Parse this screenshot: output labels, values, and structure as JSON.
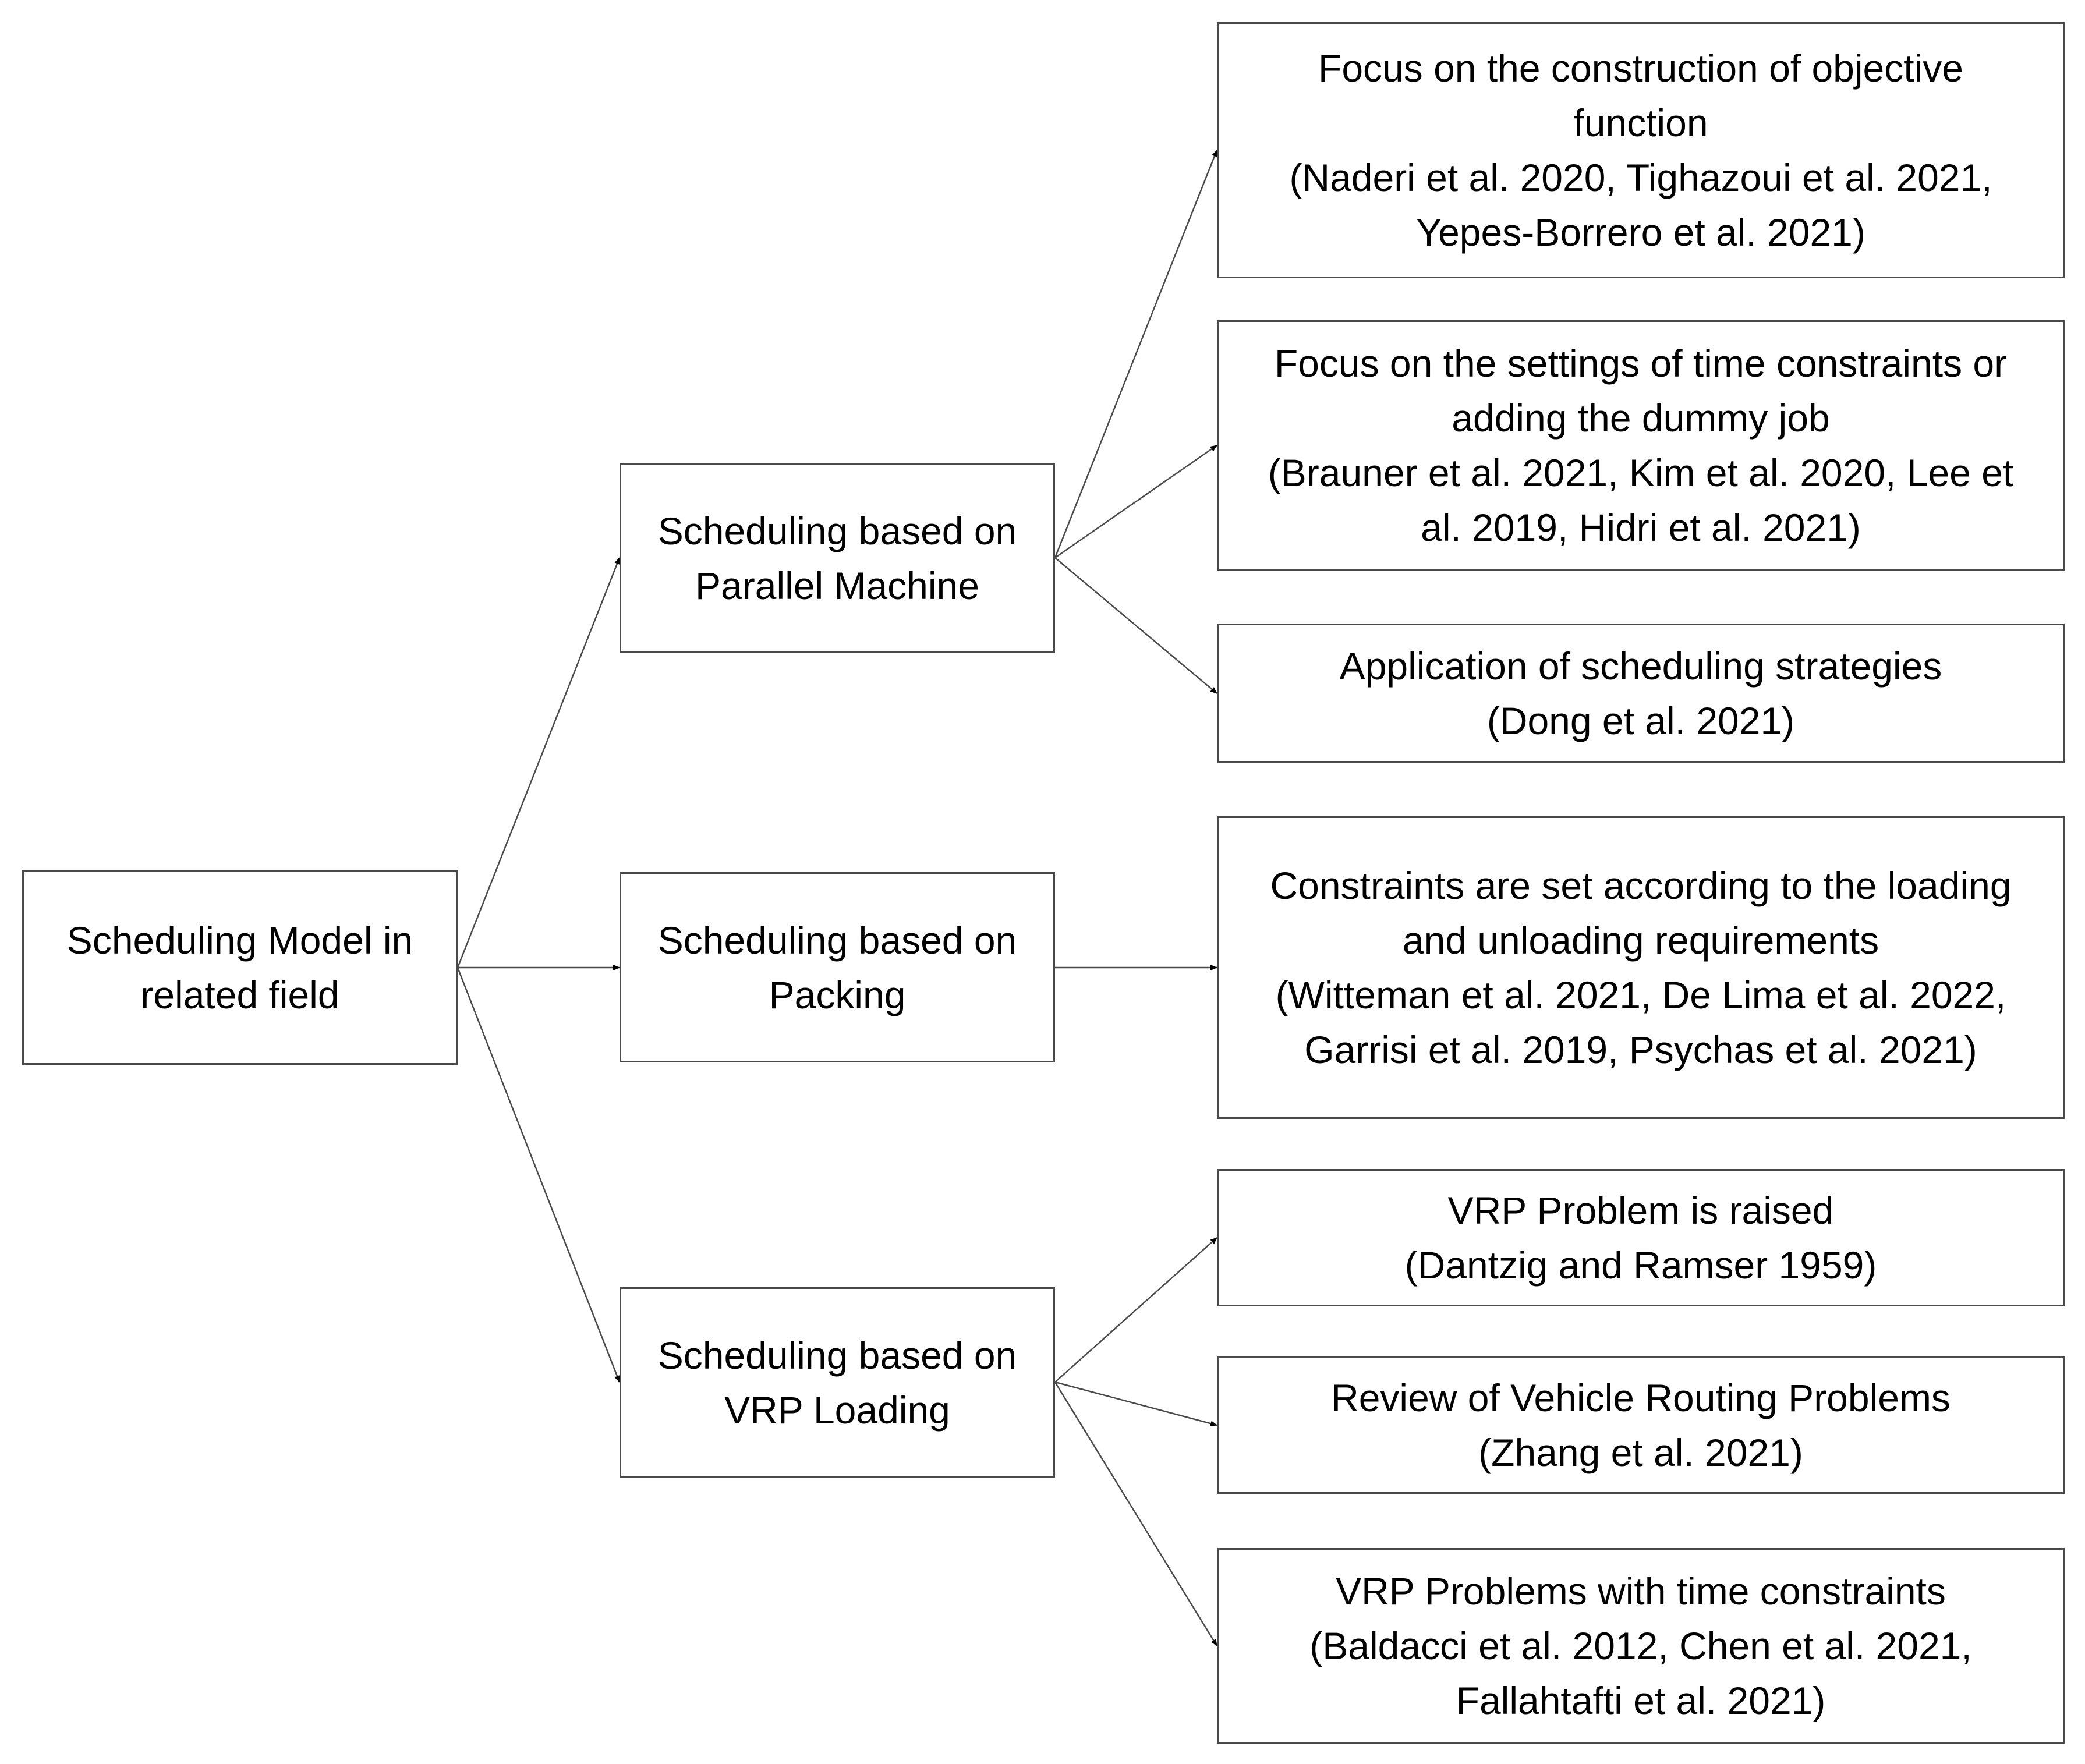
{
  "root": {
    "lines": [
      "Scheduling Model in",
      "related field"
    ]
  },
  "branches": [
    {
      "lines": [
        "Scheduling based on",
        "Parallel Machine"
      ],
      "leaves": [
        {
          "lines": [
            "Focus on the construction of objective",
            "function",
            "(Naderi et al. 2020, Tighazoui et al. 2021,",
            "Yepes-Borrero et al. 2021)"
          ]
        },
        {
          "lines": [
            "Focus on the settings of time constraints or",
            "adding the dummy job",
            "(Brauner et al. 2021, Kim et al. 2020, Lee et",
            "al. 2019, Hidri et al. 2021)"
          ]
        },
        {
          "lines": [
            "Application of scheduling strategies",
            "(Dong et al. 2021)"
          ]
        }
      ]
    },
    {
      "lines": [
        "Scheduling based on",
        "Packing"
      ],
      "leaves": [
        {
          "lines": [
            "Constraints are set according to the loading",
            "and unloading requirements",
            "(Witteman et al. 2021, De Lima et al. 2022,",
            "Garrisi et al. 2019, Psychas et al. 2021)"
          ]
        }
      ]
    },
    {
      "lines": [
        "Scheduling based on",
        "VRP Loading"
      ],
      "leaves": [
        {
          "lines": [
            "VRP Problem is raised",
            "(Dantzig and Ramser 1959)"
          ]
        },
        {
          "lines": [
            "Review of Vehicle Routing Problems",
            "(Zhang et al. 2021)"
          ]
        },
        {
          "lines": [
            "VRP Problems with time constraints",
            "(Baldacci et al. 2012, Chen et al. 2021,",
            "Fallahtafti et al. 2021)"
          ]
        }
      ]
    }
  ],
  "colors": {
    "border": "#4a4a4a",
    "connector": "#4a4a4a",
    "arrowhead": "#000000",
    "text": "#000000",
    "background": "#ffffff"
  }
}
